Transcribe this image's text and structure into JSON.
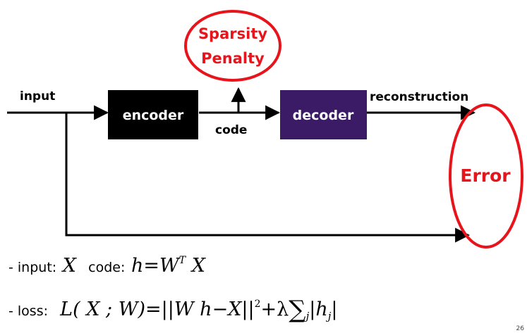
{
  "diagram": {
    "input_label": "input",
    "encoder_label": "encoder",
    "code_label": "code",
    "decoder_label": "decoder",
    "reconstruction_label": "reconstruction",
    "sparsity_line1": "Sparsity",
    "sparsity_line2": "Penalty",
    "error_label": "Error"
  },
  "formulas": {
    "input_prefix": "- input:",
    "input_var": "X",
    "code_prefix": "code:",
    "code_h": "h",
    "code_eq": "=",
    "code_W": "W",
    "code_T": "T",
    "code_X": "X",
    "loss_prefix": "- loss:",
    "loss_lhs": "L( X ; W)",
    "loss_eq": "=",
    "loss_norm_open": "||",
    "loss_Wh": "W h",
    "loss_minus": "−",
    "loss_X": "X",
    "loss_norm_close": "||",
    "loss_sq": "2",
    "loss_plus_lambda": "+λ",
    "loss_sum": "∑",
    "loss_j": "j",
    "loss_abs_open": "|",
    "loss_h": "h",
    "loss_hj": "j",
    "loss_abs_close": "|"
  },
  "page_number": "26",
  "colors": {
    "encoder_fill": "#000000",
    "decoder_fill": "#3b1a66",
    "ellipse_stroke": "#e8141b"
  }
}
